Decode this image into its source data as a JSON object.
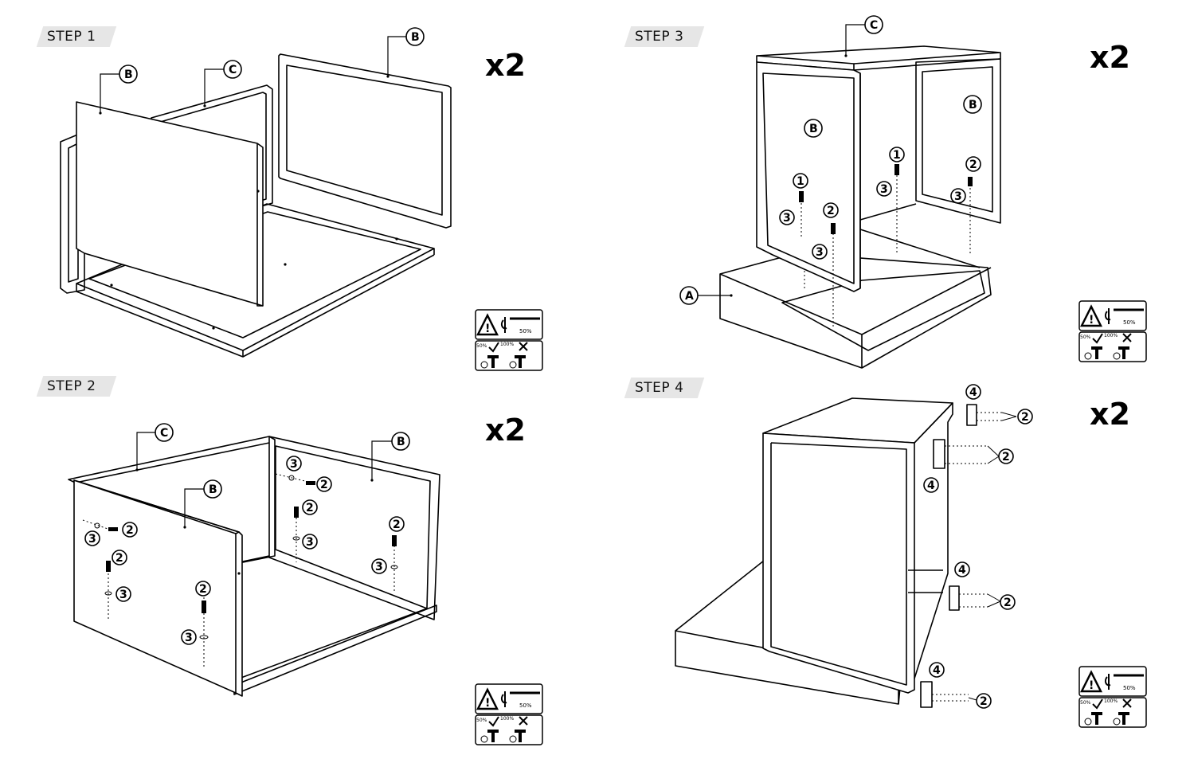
{
  "steps": [
    {
      "label": "STEP 1",
      "multiplier": "x2"
    },
    {
      "label": "STEP 2",
      "multiplier": "x2"
    },
    {
      "label": "STEP 3",
      "multiplier": "x2"
    },
    {
      "label": "STEP 4",
      "multiplier": "x2"
    }
  ],
  "parts": {
    "A": "A",
    "B": "B",
    "C": "C"
  },
  "fasteners": {
    "f1": "1",
    "f2": "2",
    "f3": "3",
    "f4": "4"
  },
  "warning": {
    "torque": "50%",
    "ok_pct": "50%",
    "bad_pct": "100%"
  }
}
